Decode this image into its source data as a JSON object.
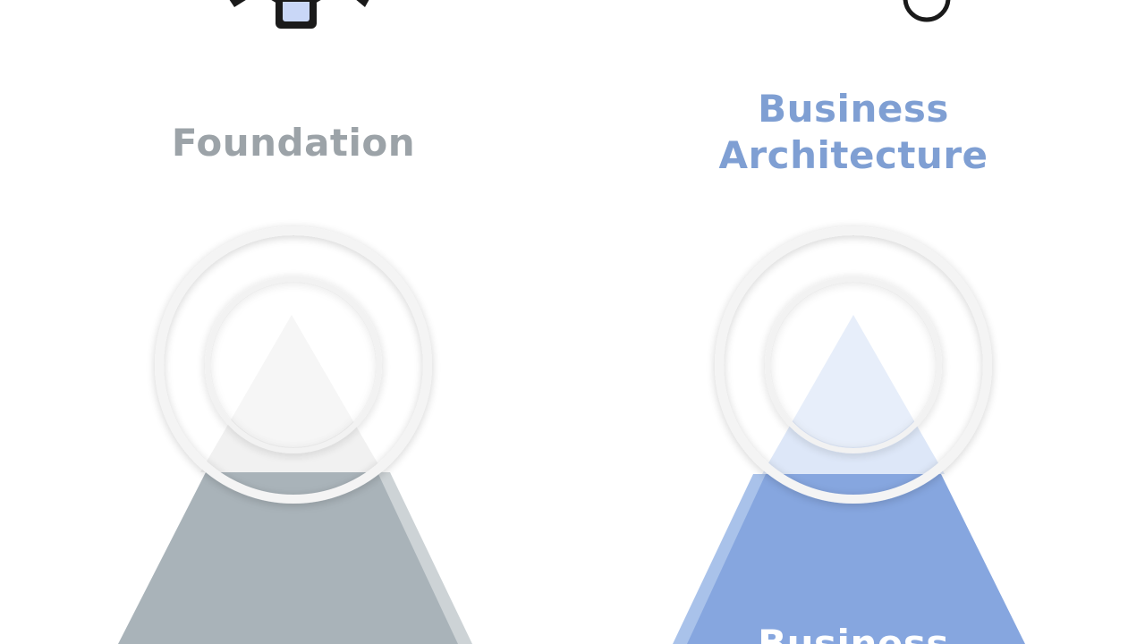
{
  "columns": [
    {
      "title": "Foundation",
      "accent": "#9ca3a8",
      "pyramid_color": "#a9b3b9",
      "pyramid_shade": "#cdd3d6",
      "icon": "gear-icon"
    },
    {
      "title_line1": "Business",
      "title_line2": "Architecture",
      "accent": "#7f9fd3",
      "pyramid_color": "#86a6df",
      "pyramid_shade": "#a9c2ea",
      "icon": "circle-icon",
      "bottom_label": "Business"
    }
  ],
  "icon_colors": {
    "outline": "#1a1a1a",
    "fill": "#c9d7f7"
  }
}
